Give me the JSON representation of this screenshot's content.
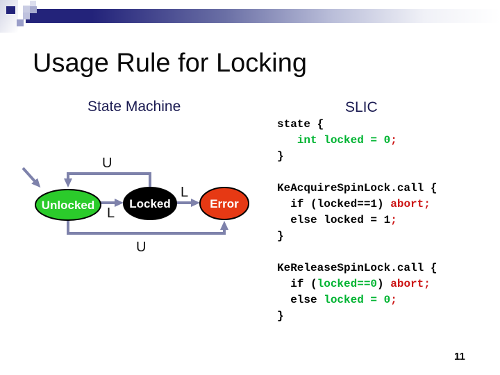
{
  "theme": {
    "bar_navy": "#23237a",
    "heading_navy": "#1b1b52",
    "arrow_slate": "#7e82ab"
  },
  "slide": {
    "title": "Usage Rule for Locking",
    "page_number": "11"
  },
  "headings": {
    "state_machine": "State Machine",
    "slic": "SLIC"
  },
  "diagram": {
    "arrow_color": "#7e82ab",
    "states": [
      {
        "label": "Unlocked",
        "fill": "#2bcb2b",
        "text_color": "#ffffff"
      },
      {
        "label": "Locked",
        "fill": "#000000",
        "text_color": "#ffffff"
      },
      {
        "label": "Error",
        "fill": "#e63914",
        "text_color": "#ffffff"
      }
    ],
    "transition_labels": {
      "top_u": "U",
      "lower_l": "L",
      "upper_l": "L",
      "bottom_u": "U"
    }
  },
  "code": {
    "colors": {
      "k": "#000000",
      "g": "#00b432",
      "r": "#cc1414"
    },
    "lines": [
      [
        {
          "t": "state {",
          "c": "k"
        }
      ],
      [
        {
          "t": "   ",
          "c": "k"
        },
        {
          "t": "int locked = 0",
          "c": "g"
        },
        {
          "t": ";",
          "c": "r"
        }
      ],
      [
        {
          "t": "}",
          "c": "k"
        }
      ],
      [],
      [
        {
          "t": "KeAcquireSpinLock.call {",
          "c": "k"
        }
      ],
      [
        {
          "t": "  if (locked==1) ",
          "c": "k"
        },
        {
          "t": "abort;",
          "c": "r"
        }
      ],
      [
        {
          "t": "  else locked = 1",
          "c": "k"
        },
        {
          "t": ";",
          "c": "r"
        }
      ],
      [
        {
          "t": "}",
          "c": "k"
        }
      ],
      [],
      [
        {
          "t": "KeReleaseSpinLock.call {",
          "c": "k"
        }
      ],
      [
        {
          "t": "  if (",
          "c": "k"
        },
        {
          "t": "locked==0",
          "c": "g"
        },
        {
          "t": ") ",
          "c": "k"
        },
        {
          "t": "abort;",
          "c": "r"
        }
      ],
      [
        {
          "t": "  else ",
          "c": "k"
        },
        {
          "t": "locked = 0",
          "c": "g"
        },
        {
          "t": ";",
          "c": "r"
        }
      ],
      [
        {
          "t": "}",
          "c": "k"
        }
      ]
    ]
  }
}
